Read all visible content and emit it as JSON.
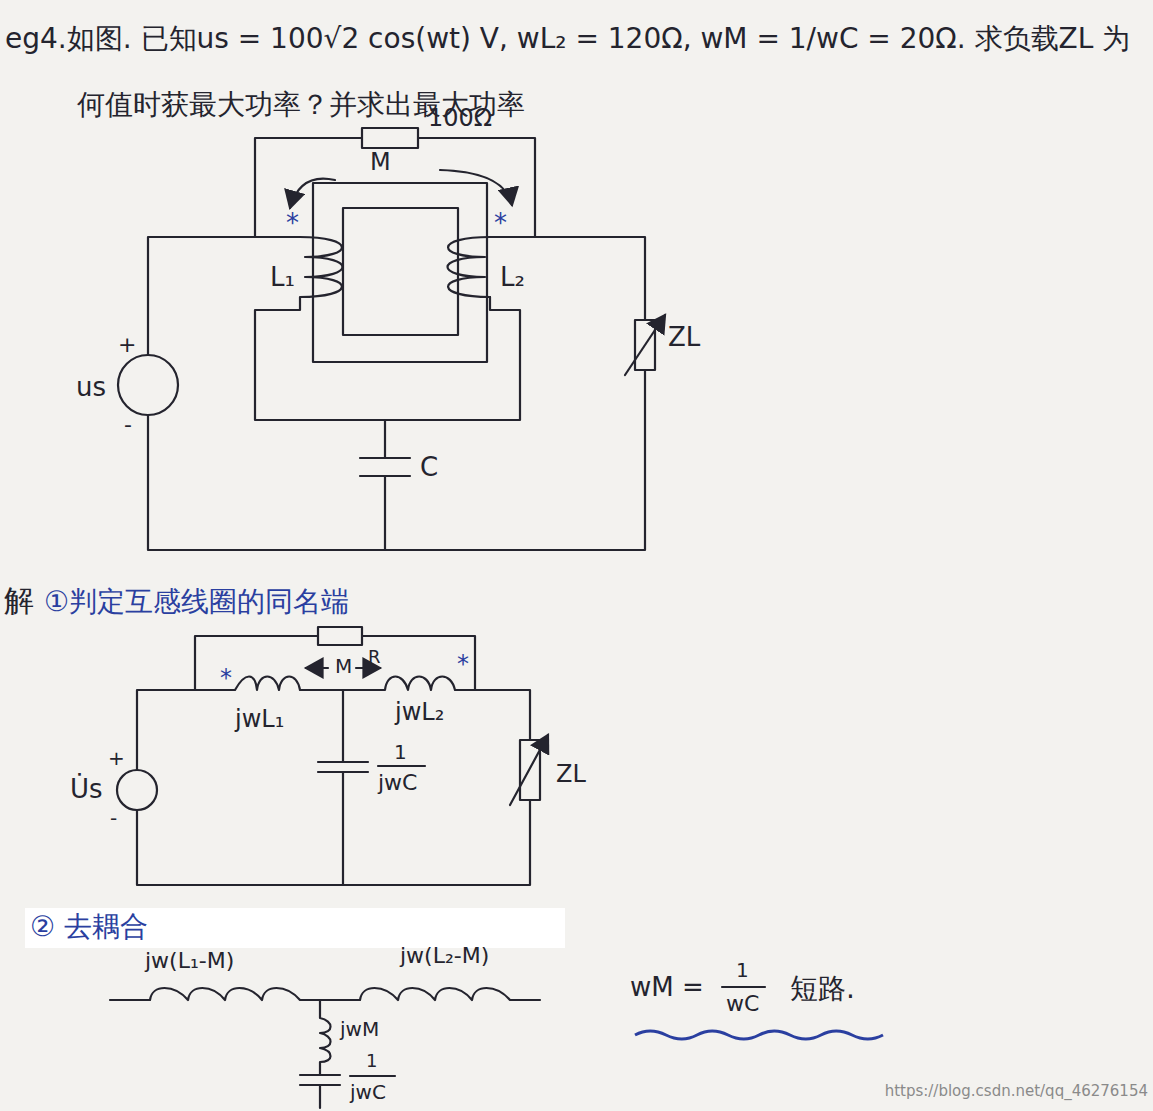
{
  "diagram": {
    "title": "eg4.如图. 已知us = 100√2 cos(wt) V, wL₂ = 120Ω, wM = 1/wC = 20Ω. 求负载ZL 为何值时获最大功率？并求出最大功率",
    "labels": [
      "100Ω",
      "M",
      "*",
      "L₁",
      "*",
      "L₂",
      "ZL",
      "+",
      "us",
      "-",
      "C",
      "解",
      "①判定互感线圈的同名端",
      "R",
      "*",
      "M",
      "*",
      "jwL₁",
      "jwL₂",
      "+",
      "U̇s",
      "-",
      "1",
      "jwC",
      "ZL",
      "② 去耦合",
      "jw(L₁-M)",
      "jw(L₂-M)",
      "jwM",
      "1",
      "jwC",
      "wM =",
      "1",
      "wC",
      "短路.",
      "https://blog.csdn.net/qq_46276154"
    ]
  }
}
